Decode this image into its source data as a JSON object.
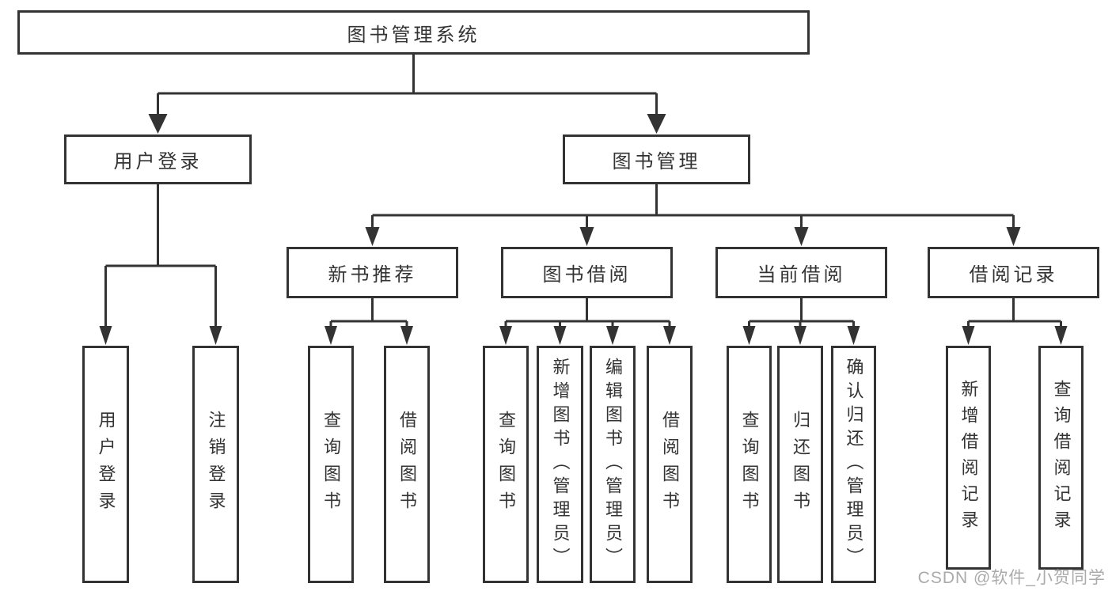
{
  "colors": {
    "line": "#333333",
    "text": "#333333",
    "box_fill": "#ffffff",
    "watermark": "#9c9c9c"
  },
  "nodes": {
    "root": {
      "label": "图书管理系统"
    },
    "user_login": {
      "label": "用户登录"
    },
    "book_management": {
      "label": "图书管理"
    },
    "new_book_recommend": {
      "label": "新书推荐"
    },
    "book_borrow": {
      "label": "图书借阅"
    },
    "current_borrow": {
      "label": "当前借阅"
    },
    "borrow_records": {
      "label": "借阅记录"
    },
    "leaf_user_login": {
      "label": "用户登录"
    },
    "leaf_logout": {
      "label": "注销登录"
    },
    "leaf_query_book_recommend": {
      "label": "查询图书"
    },
    "leaf_borrow_book_recommend": {
      "label": "借阅图书"
    },
    "leaf_query_book_borrow": {
      "label": "查询图书"
    },
    "leaf_add_book": {
      "label": "新增图书（管理员）"
    },
    "leaf_edit_book": {
      "label": "编辑图书（管理员）"
    },
    "leaf_borrow_book_borrow": {
      "label": "借阅图书"
    },
    "leaf_query_book_current": {
      "label": "查询图书"
    },
    "leaf_return_book": {
      "label": "归还图书"
    },
    "leaf_confirm_return": {
      "label": "确认归还（管理员）"
    },
    "leaf_add_borrow_record": {
      "label": "新增借阅记录"
    },
    "leaf_query_borrow_record": {
      "label": "查询借阅记录"
    }
  },
  "hierarchy": {
    "图书管理系统": {
      "用户登录": [
        "用户登录",
        "注销登录"
      ],
      "图书管理": {
        "新书推荐": [
          "查询图书",
          "借阅图书"
        ],
        "图书借阅": [
          "查询图书",
          "新增图书（管理员）",
          "编辑图书（管理员）",
          "借阅图书"
        ],
        "当前借阅": [
          "查询图书",
          "归还图书",
          "确认归还（管理员）"
        ],
        "借阅记录": [
          "新增借阅记录",
          "查询借阅记录"
        ]
      }
    }
  },
  "watermark": {
    "text": "CSDN @软件_小贺同学"
  }
}
